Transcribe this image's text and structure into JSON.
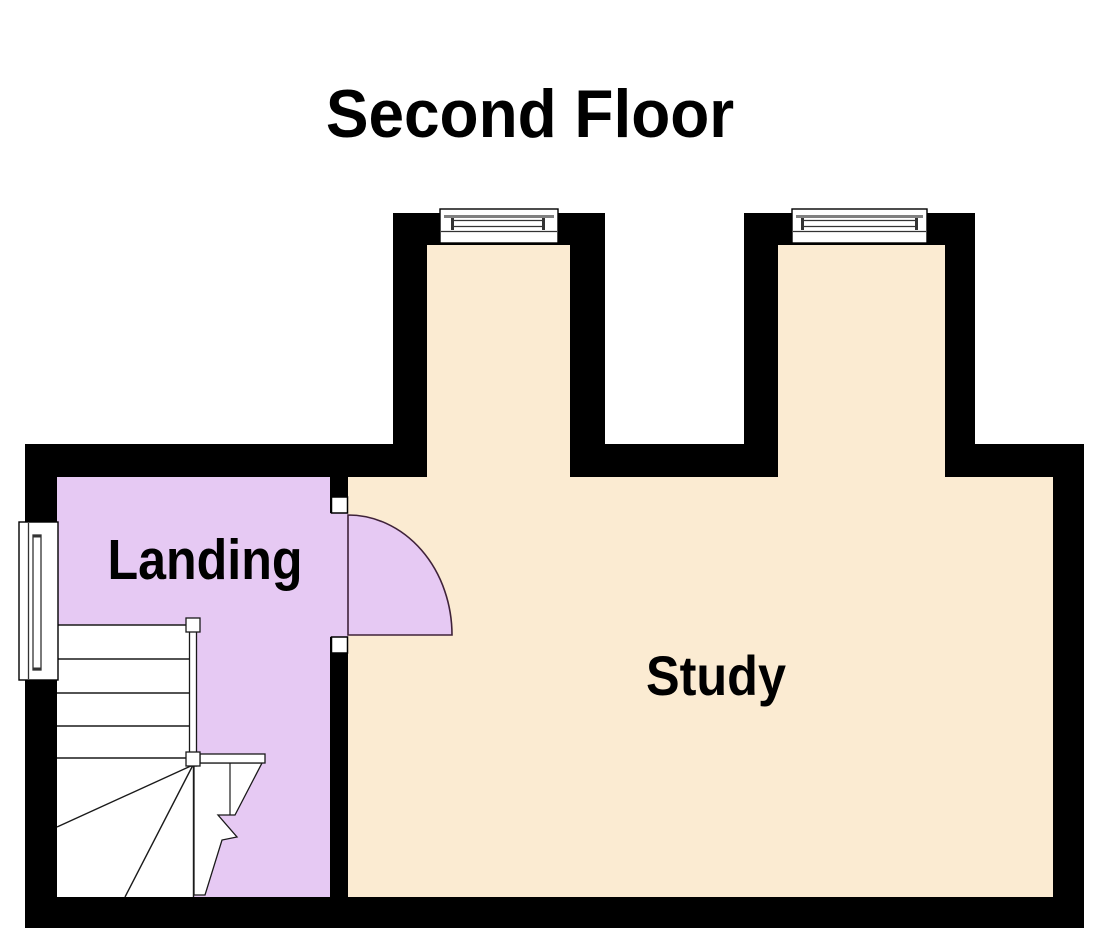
{
  "page": {
    "background": "#ffffff"
  },
  "floor_plan": {
    "title": "Second Floor",
    "rooms": {
      "landing": {
        "label": "Landing",
        "fill": "#e6c9f3"
      },
      "study": {
        "label": "Study",
        "fill": "#fbebd2"
      }
    },
    "colors": {
      "page_bg": "#ffffff",
      "wall": "#000000",
      "landing_fill": "#e6c9f3",
      "study_fill": "#fbebd2",
      "stair_fill": "#ffffff",
      "line": "#1a1a1a",
      "window_line": "#808080",
      "door_arc": "#3f2239",
      "text": "#000000"
    },
    "elements": {
      "windows": [
        "left-wall-window",
        "left-bay-window",
        "right-bay-window"
      ],
      "door": "landing-to-study-door-swing",
      "stairs": "winder-staircase-with-break-line"
    }
  }
}
